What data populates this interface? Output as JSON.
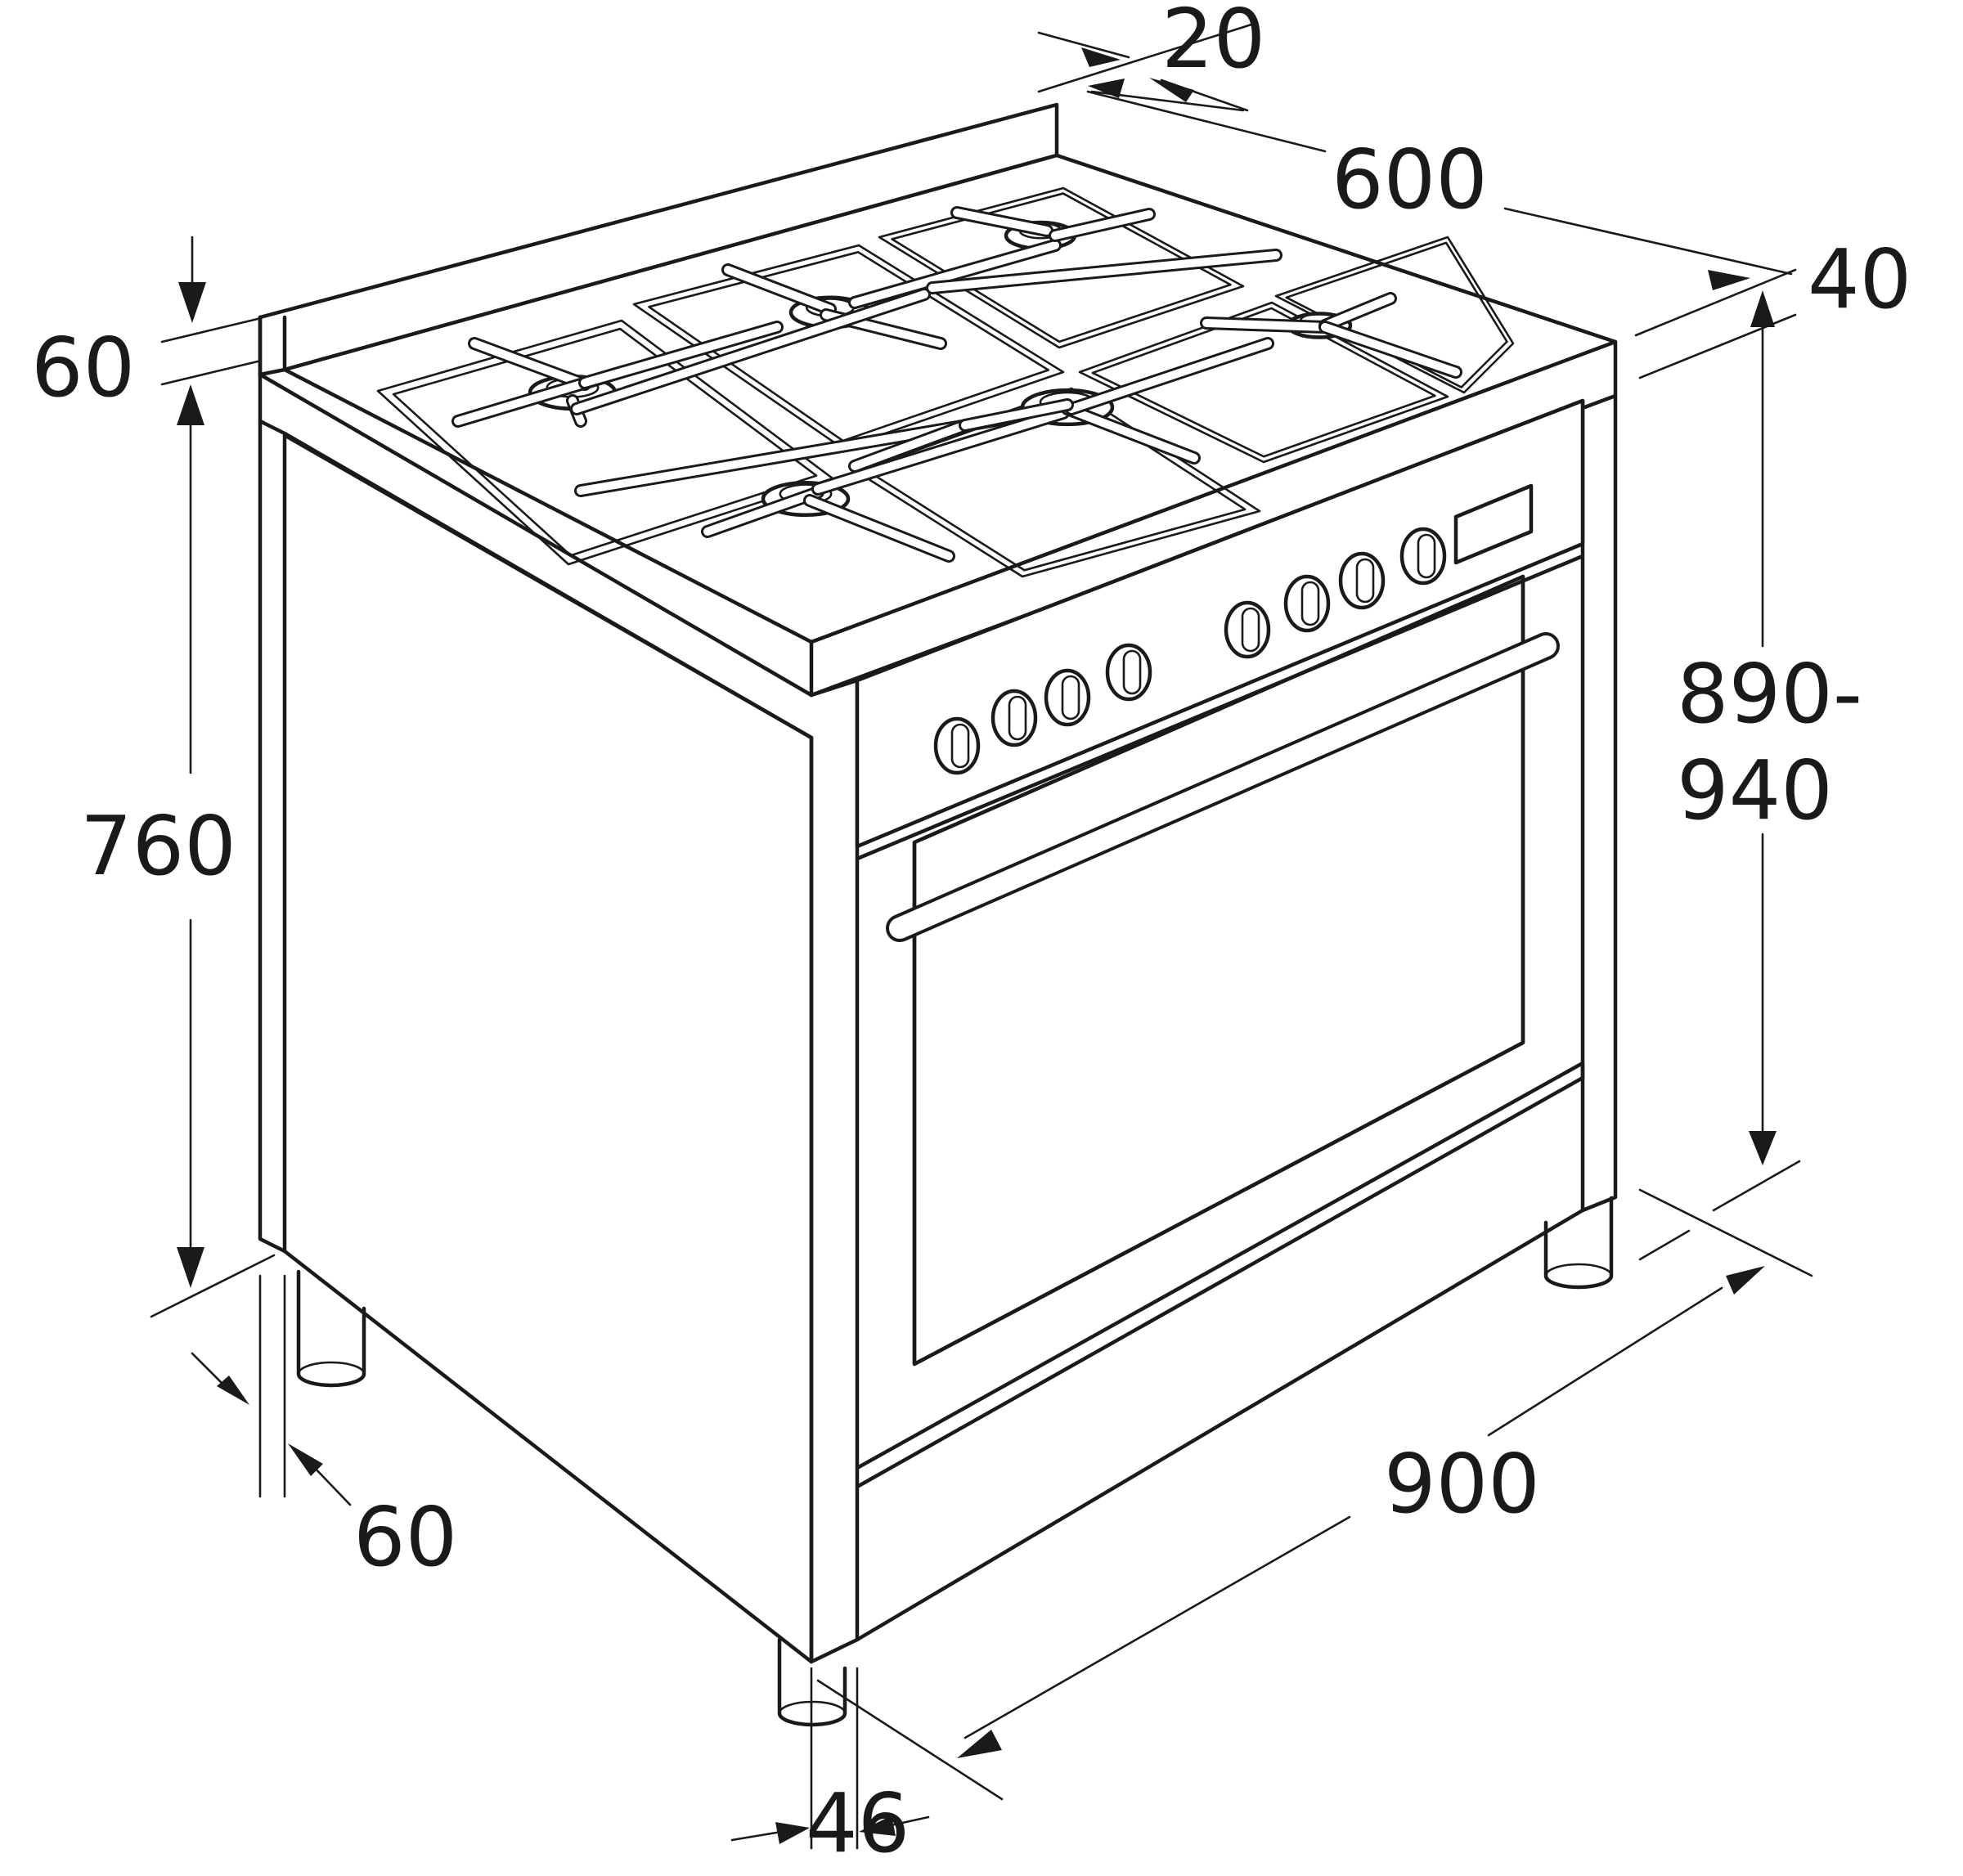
{
  "dimensions": {
    "top_upstand_depth": "20",
    "hob_depth": "600",
    "right_edge_depth": "40",
    "total_height_line1": "890-",
    "total_height_line2": "940",
    "upstand_height": "60",
    "body_height": "760",
    "foot_setback": "60",
    "width": "900",
    "foot_offset": "46"
  },
  "colors": {
    "line": "#1a1a1a",
    "background": "#ffffff"
  }
}
